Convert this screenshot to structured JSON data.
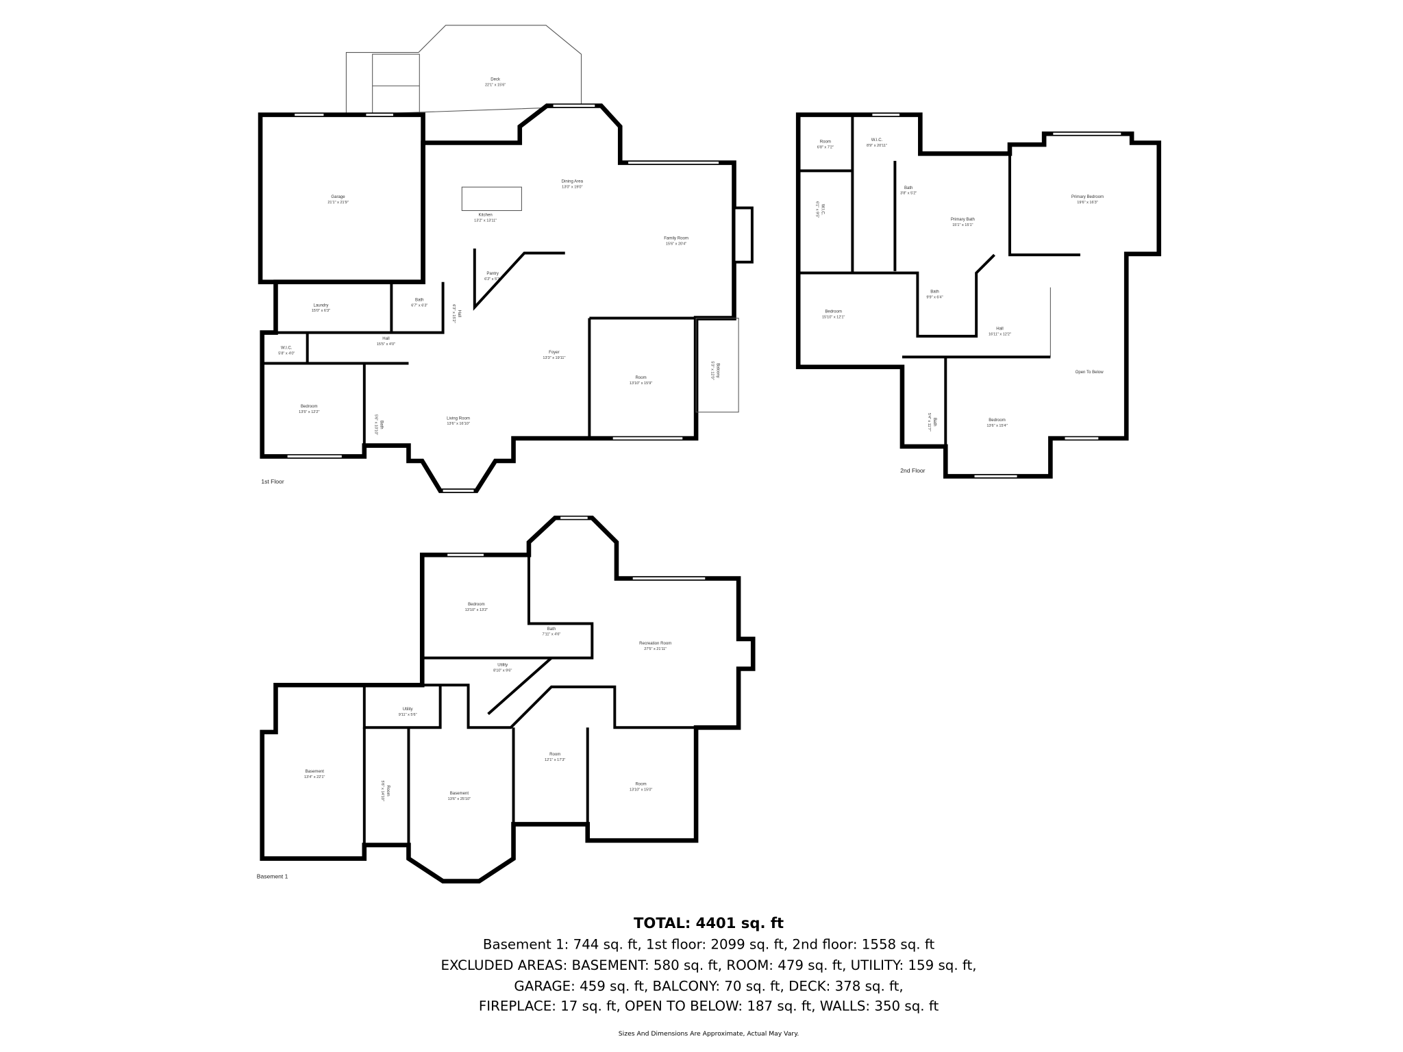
{
  "floors": {
    "first": {
      "label": "1st Floor",
      "rooms": [
        {
          "name": "Deck",
          "dims": "22'1\" x 15'6\""
        },
        {
          "name": "Garage",
          "dims": "21'1\" x 21'9\""
        },
        {
          "name": "Dining Area",
          "dims": "13'0\" x 19'0\""
        },
        {
          "name": "Kitchen",
          "dims": "13'2\" x 13'11\""
        },
        {
          "name": "Family Room",
          "dims": "15'6\" x 20'4\""
        },
        {
          "name": "Pantry",
          "dims": "6'2\" x 5'2\""
        },
        {
          "name": "Laundry",
          "dims": "15'0\" x 6'3\""
        },
        {
          "name": "Bath",
          "dims": "6'7\" x 6'3\""
        },
        {
          "name": "Hall",
          "dims": "6'3\" x 15'2\""
        },
        {
          "name": "W.I.C.",
          "dims": "5'8\" x 4'0\""
        },
        {
          "name": "Hall",
          "dims": "15'5\" x 4'0\""
        },
        {
          "name": "Foyer",
          "dims": "13'3\" x 19'11\""
        },
        {
          "name": "Room",
          "dims": "13'10\" x 15'9\""
        },
        {
          "name": "Balcony",
          "dims": "5'3\" x 12'0\""
        },
        {
          "name": "Bedroom",
          "dims": "13'5\" x 12'2\""
        },
        {
          "name": "Bath",
          "dims": "5'6\" x 10'10\""
        },
        {
          "name": "Living Room",
          "dims": "13'6\" x 16'10\""
        }
      ]
    },
    "second": {
      "label": "2nd Floor",
      "rooms": [
        {
          "name": "Room",
          "dims": "6'8\" x 7'2\""
        },
        {
          "name": "W.I.C.",
          "dims": "8'9\" x 20'11\""
        },
        {
          "name": "W.I.C.",
          "dims": "6'1\" x 9'5\""
        },
        {
          "name": "Bath",
          "dims": "3'8\" x 5'2\""
        },
        {
          "name": "Primary Bath",
          "dims": "15'1\" x 15'1\""
        },
        {
          "name": "Primary Bedroom",
          "dims": "19'6\" x 16'3\""
        },
        {
          "name": "Bedroom",
          "dims": "15'10\" x 12'1\""
        },
        {
          "name": "Bath",
          "dims": "9'9\" x 6'4\""
        },
        {
          "name": "Hall",
          "dims": "16'11\" x 12'2\""
        },
        {
          "name": "Open To Below",
          "dims": ""
        },
        {
          "name": "Bedroom",
          "dims": "13'6\" x 15'4\""
        },
        {
          "name": "Bath",
          "dims": "5'4\" x 11'7\""
        }
      ]
    },
    "basement": {
      "label": "Basement 1",
      "rooms": [
        {
          "name": "Bedroom",
          "dims": "13'10\" x 13'2\""
        },
        {
          "name": "Bath",
          "dims": "7'11\" x 4'6\""
        },
        {
          "name": "Recreation Room",
          "dims": "27'5\" x 21'11\""
        },
        {
          "name": "Utility",
          "dims": "8'10\" x 9'6\""
        },
        {
          "name": "Utility",
          "dims": "9'11\" x 5'6\""
        },
        {
          "name": "Basement",
          "dims": "13'4\" x 22'1\""
        },
        {
          "name": "Room",
          "dims": "5'6\" x 14'10\""
        },
        {
          "name": "Basement",
          "dims": "13'6\" x 25'10\""
        },
        {
          "name": "Room",
          "dims": "12'1\" x 17'3\""
        },
        {
          "name": "Room",
          "dims": "13'10\" x 15'0\""
        }
      ]
    }
  },
  "summary": {
    "total": "TOTAL: 4401 sq. ft",
    "line1": "Basement 1: 744 sq. ft, 1st floor: 2099 sq. ft, 2nd floor: 1558 sq. ft",
    "line2": "EXCLUDED AREAS: BASEMENT: 580 sq. ft, ROOM: 479 sq. ft, UTILITY: 159 sq. ft,",
    "line3": "GARAGE: 459 sq. ft, BALCONY: 70 sq. ft, DECK: 378 sq. ft,",
    "line4": "FIREPLACE: 17 sq. ft, OPEN TO BELOW: 187 sq. ft, WALLS: 350 sq. ft",
    "disclaimer": "Sizes And Dimensions Are Approximate, Actual May Vary."
  }
}
